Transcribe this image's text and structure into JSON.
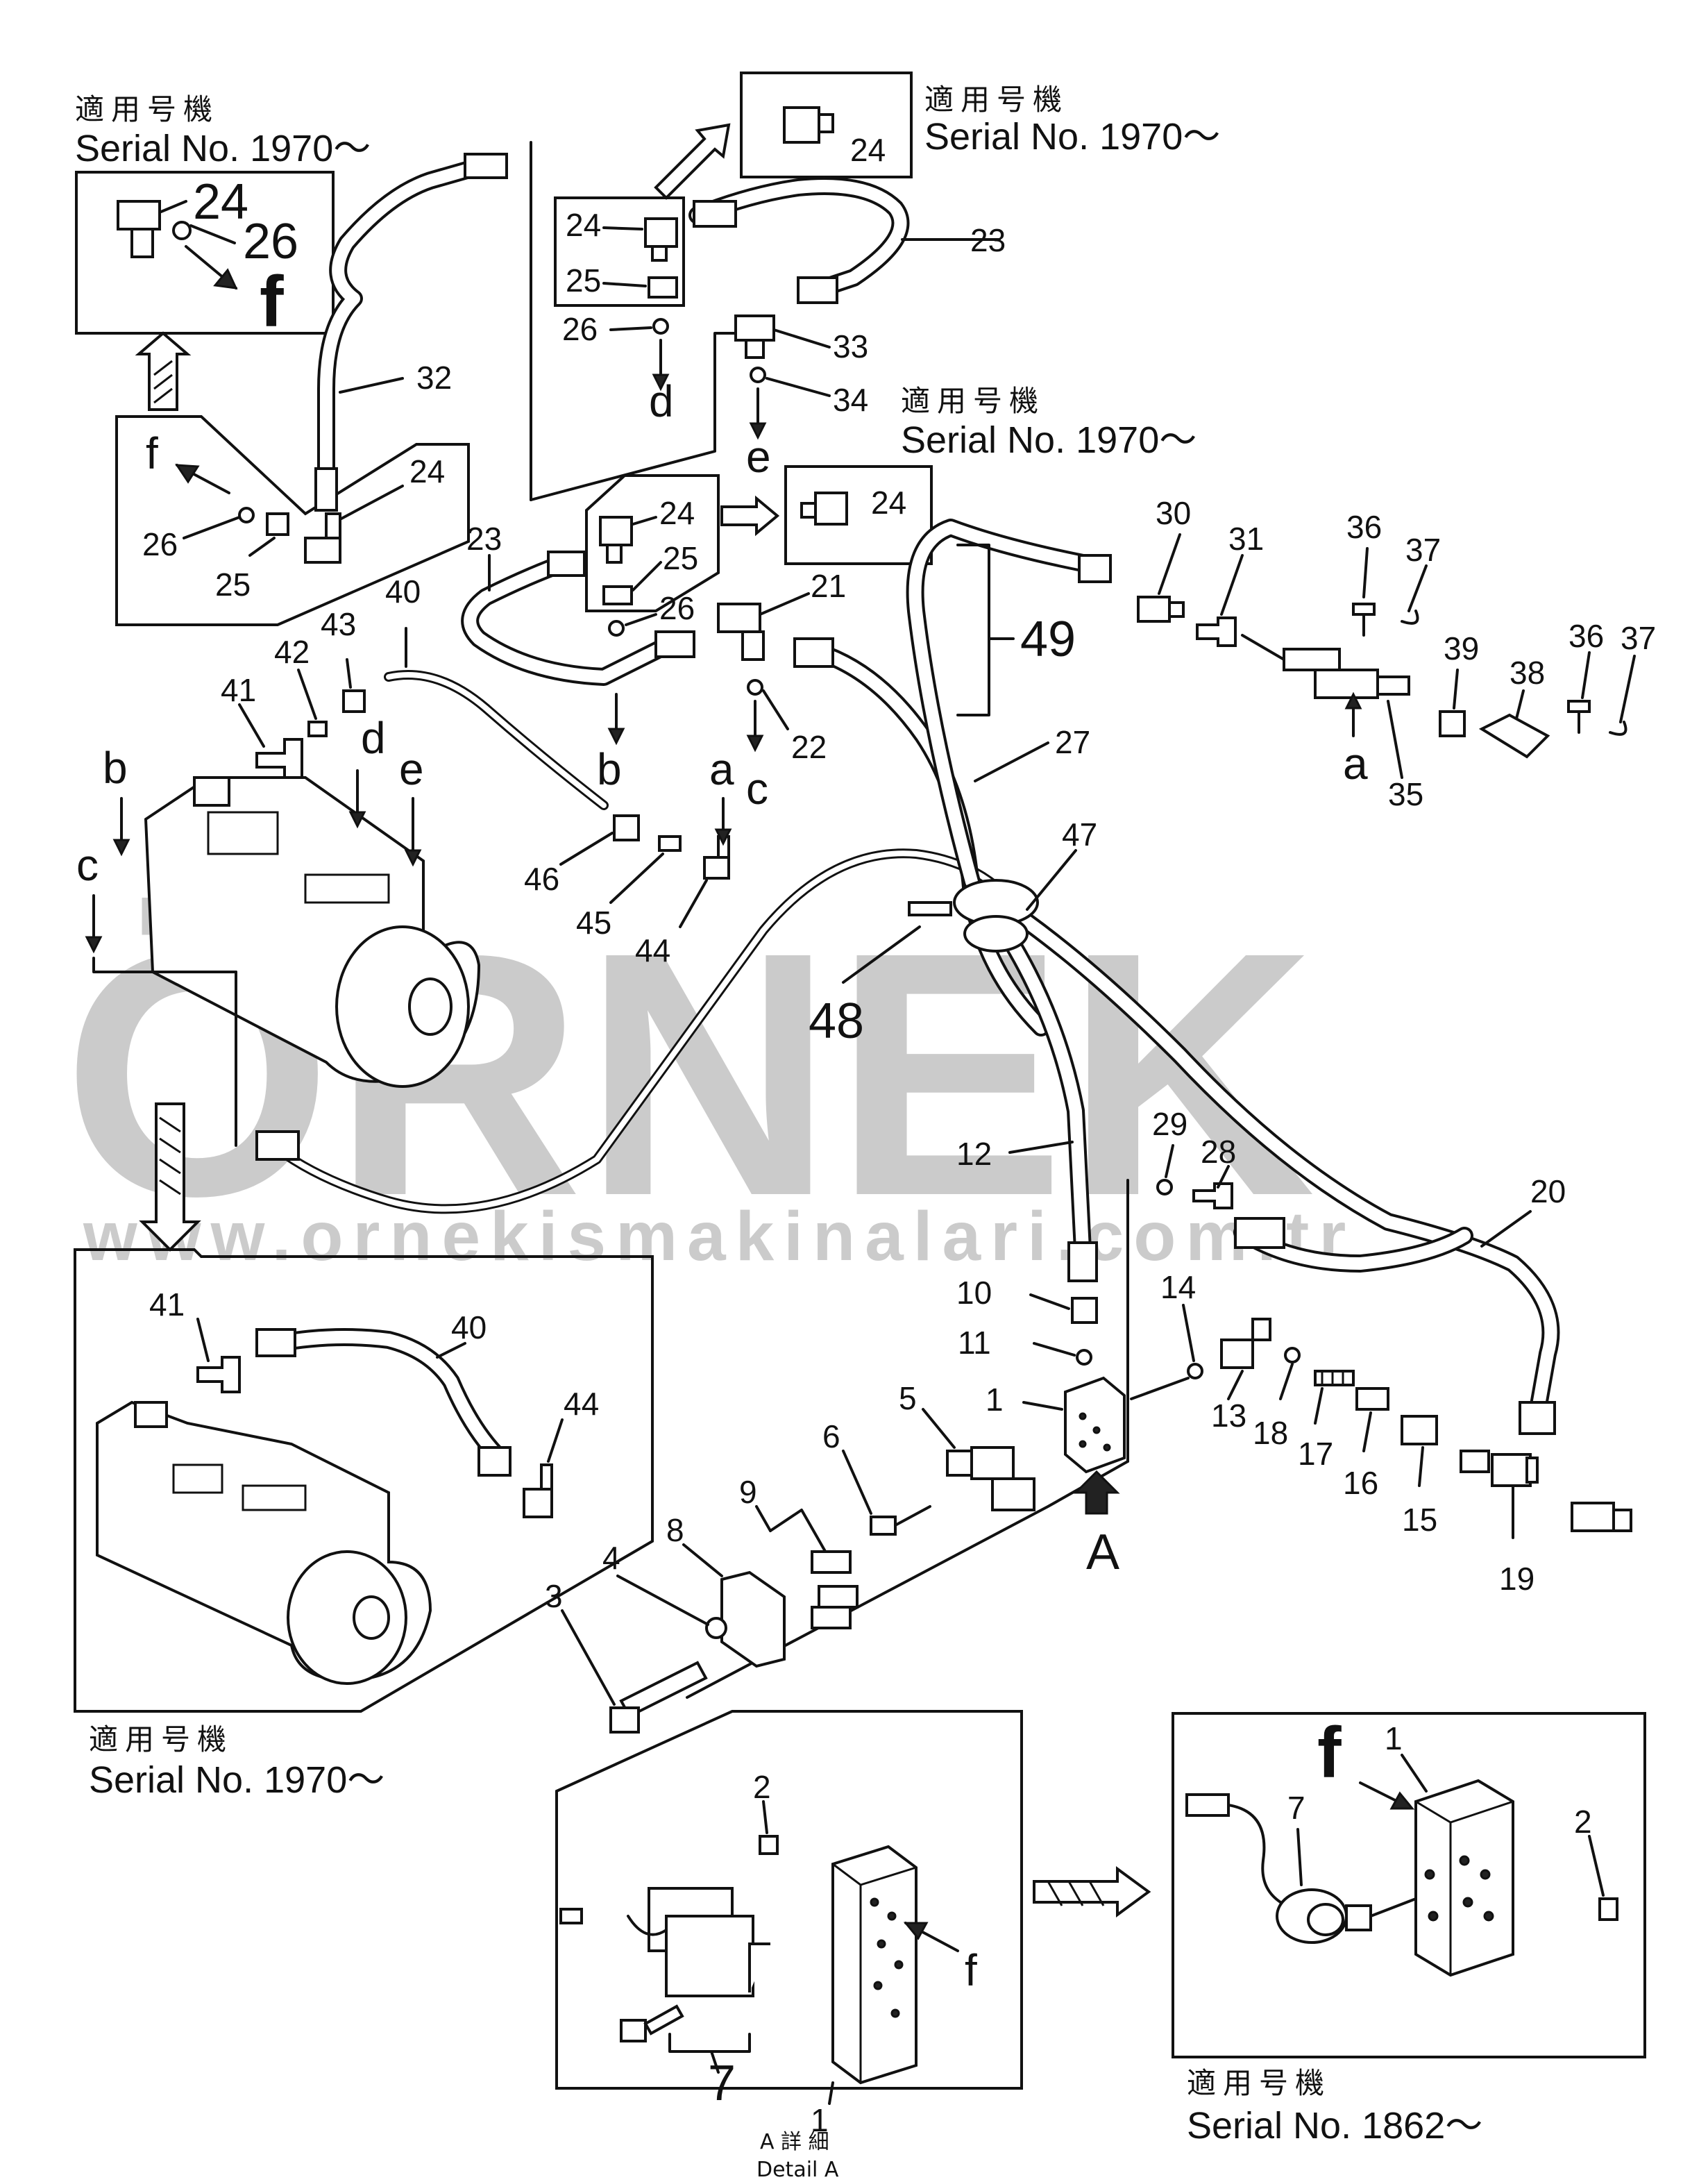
{
  "serial_notes": {
    "jp": "適用号機",
    "serial_1970": "Serial No. 1970～",
    "serial_1862": "Serial No. 1862～"
  },
  "detail": {
    "jp": "A 詳 細",
    "en": "Detail A"
  },
  "watermark": {
    "brand": "ÖRNEK",
    "url": "www.ornekismakinalari.com.tr"
  },
  "parts": {
    "p1": "1",
    "p2": "2",
    "p3": "3",
    "p4": "4",
    "p5": "5",
    "p6": "6",
    "p7": "7",
    "p8": "8",
    "p9": "9",
    "p10": "10",
    "p11": "11",
    "p12": "12",
    "p13": "13",
    "p14": "14",
    "p15": "15",
    "p16": "16",
    "p17": "17",
    "p18": "18",
    "p19": "19",
    "p20": "20",
    "p21": "21",
    "p22": "22",
    "p23": "23",
    "p24": "24",
    "p25": "25",
    "p26": "26",
    "p27": "27",
    "p28": "28",
    "p29": "29",
    "p30": "30",
    "p31": "31",
    "p32": "32",
    "p33": "33",
    "p34": "34",
    "p35": "35",
    "p36": "36",
    "p37": "37",
    "p38": "38",
    "p39": "39",
    "p40": "40",
    "p41": "41",
    "p42": "42",
    "p43": "43",
    "p44": "44",
    "p45": "45",
    "p46": "46",
    "p47": "47",
    "p48": "48",
    "p49": "49"
  },
  "letters": {
    "a": "a",
    "b": "b",
    "c": "c",
    "d": "d",
    "e": "e",
    "f": "f",
    "A": "A"
  }
}
